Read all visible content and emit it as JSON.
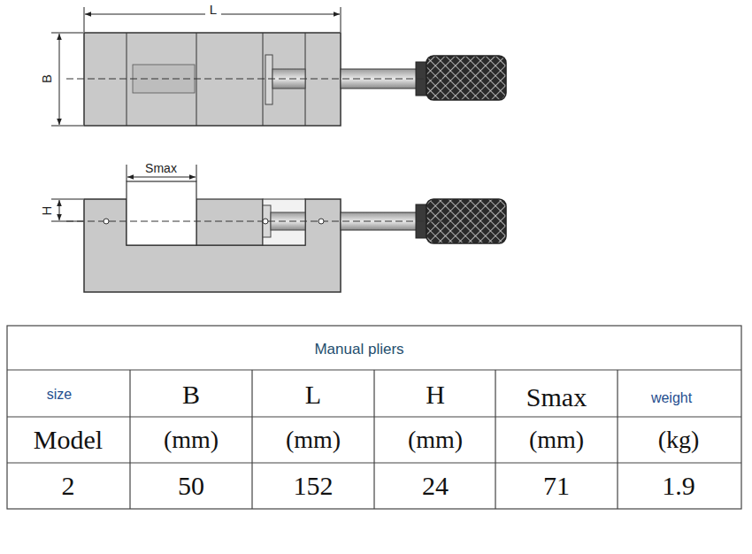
{
  "diagram": {
    "labels": [
      "L",
      "B",
      "Smax",
      "H",
      "Manual pliers",
      "size",
      "B",
      "L",
      "H",
      "Smax",
      "weight",
      "Model",
      "(mm)",
      "(mm)",
      "(mm)",
      "(mm)",
      "(kg)",
      "2",
      "50",
      "152",
      "24",
      "71",
      "1.9"
    ]
  }
}
